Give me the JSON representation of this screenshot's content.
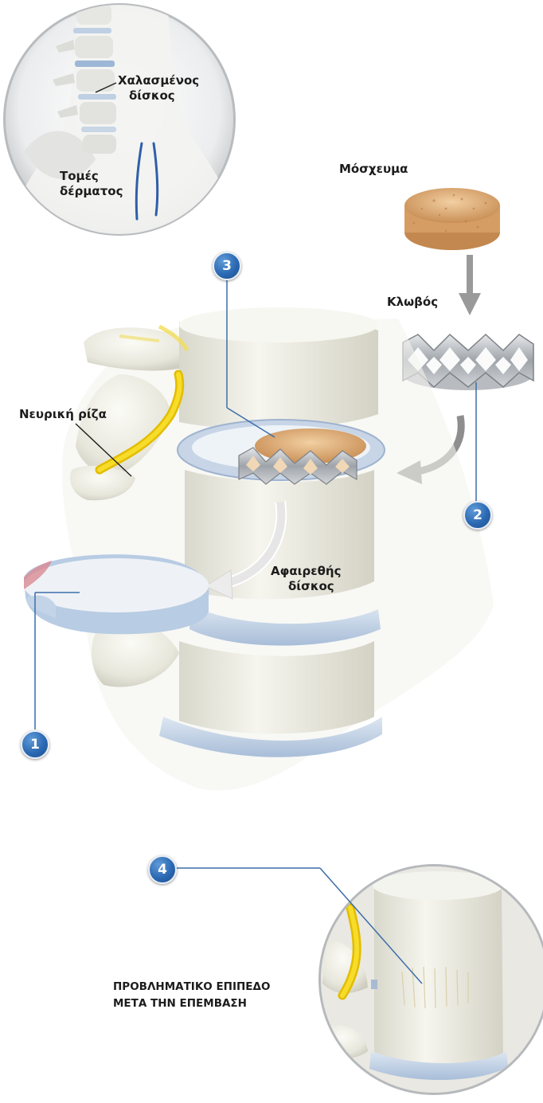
{
  "labels": {
    "herniated_disc": [
      "Χαλασμένος",
      "δίσκος"
    ],
    "skin_incisions": [
      "Τομές",
      "δέρματος"
    ],
    "graft": "Μόσχευμα",
    "cage": "Κλωβός",
    "nerve_root": "Νευρική ρίζα",
    "removed_disc": [
      "Αφαιρεθής",
      "δίσκος"
    ],
    "problem_level": [
      "ΠΡΟΒΛΗΜΑΤΙΚΟ ΕΠΙΠΕΔΟ",
      "ΜΕΤΑ ΤΗΝ ΕΠΕΜΒΑΣΗ"
    ]
  },
  "badges": [
    "1",
    "2",
    "3",
    "4"
  ],
  "colors": {
    "bone": "#eeeee6",
    "disc": "#c6d4e6",
    "nerve": "#f2d21a",
    "graft": "#e2b37c",
    "badge": "#2b69b3",
    "leader_blue": "#3c6ea8",
    "arrow_grey": "#9a9a9a"
  }
}
